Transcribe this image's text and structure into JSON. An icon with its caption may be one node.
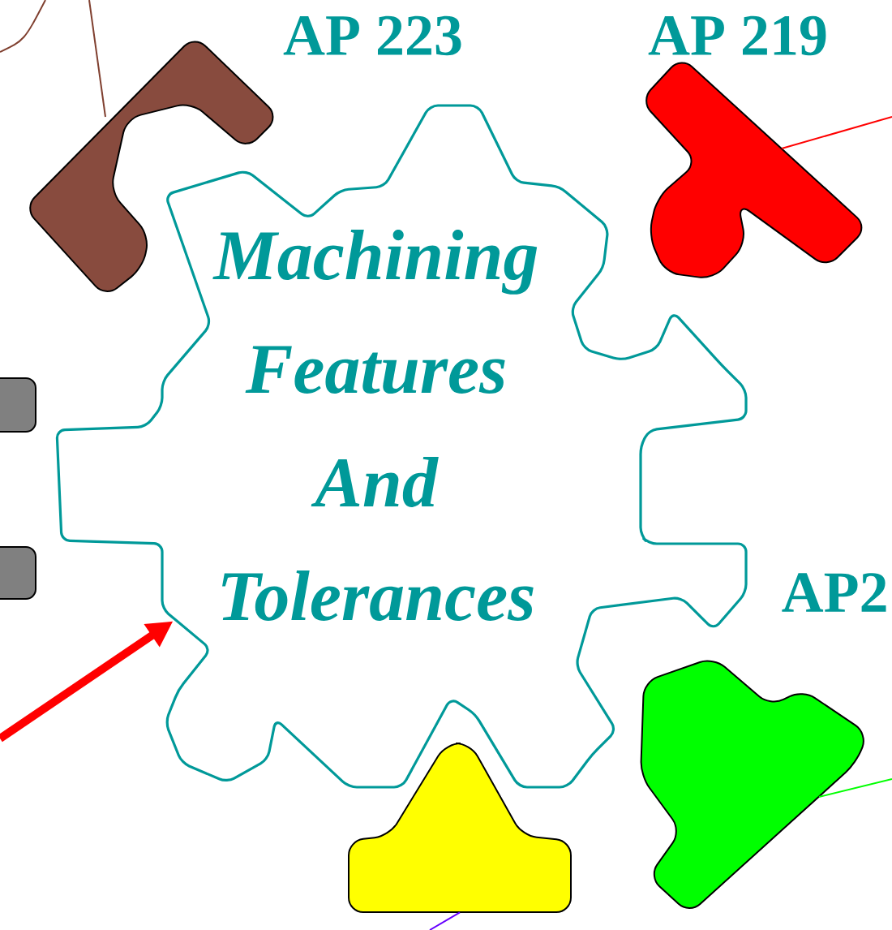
{
  "diagram": {
    "nodes": [
      {
        "text": [
          "Machining Features And Tolerances"
        ]
      },
      {
        "text": [],
        "shape": "piece"
      },
      {
        "text": [],
        "shape": "piece"
      },
      {
        "text": [],
        "shape": "box"
      },
      {
        "text": [],
        "shape": "box"
      },
      {
        "text": [],
        "shape": "piece"
      },
      {
        "text": [],
        "shape": "piece"
      }
    ],
    "edges": [
      {
        "from": null,
        "to": 0,
        "arrow": "to",
        "style": "thick",
        "color": "#ff0000"
      },
      {
        "from": 1,
        "to": null,
        "arrow": "none",
        "color": "#804030"
      },
      {
        "from": 2,
        "to": null,
        "arrow": "none",
        "color": "#ff0000"
      },
      {
        "from": 5,
        "to": null,
        "arrow": "none",
        "color": "#00ff00"
      },
      {
        "from": 6,
        "to": null,
        "arrow": "none",
        "color": "#6600ff"
      }
    ],
    "labels": [
      "AP 223",
      "AP 219",
      "AP2"
    ]
  }
}
